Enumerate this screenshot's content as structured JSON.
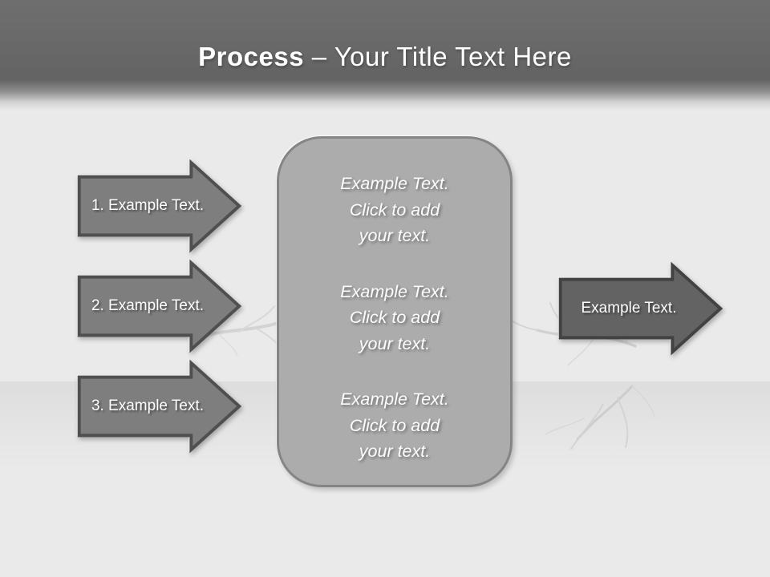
{
  "title": {
    "bold": "Process",
    "rest": " – Your Title Text Here"
  },
  "left_arrows": [
    {
      "label": "1. Example Text."
    },
    {
      "label": "2. Example Text."
    },
    {
      "label": "3. Example Text."
    }
  ],
  "center_panel": {
    "paragraphs": [
      "Example Text.\nClick  to add\nyour text.",
      "Example Text.\nClick  to add\nyour text.",
      "Example Text.\nClick  to add\nyour text."
    ]
  },
  "right_arrow": {
    "label": "Example Text."
  },
  "colors": {
    "header_top": "#6e6e6e",
    "header_bottom": "#eaeaea",
    "background": "#eaeaea",
    "left_arrow_fill": "#7e7e7e",
    "left_arrow_border": "#4f4f4f",
    "right_arrow_fill": "#636363",
    "right_arrow_border": "#424242",
    "panel_fill": "#acacac",
    "panel_border": "#858585",
    "text": "#fdfdfd"
  }
}
